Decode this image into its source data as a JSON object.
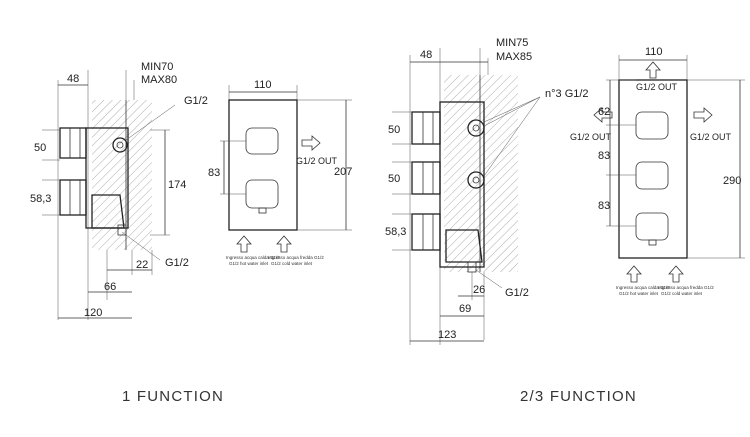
{
  "left": {
    "title": "1 FUNCTION",
    "depth_min": "MIN70",
    "depth_max": "MAX80",
    "dim_48": "48",
    "dim_110": "110",
    "dim_50": "50",
    "dim_58_3": "58,3",
    "dim_83": "83",
    "dim_174": "174",
    "dim_207": "207",
    "dim_22": "22",
    "dim_66": "66",
    "dim_120": "120",
    "g12_top": "G1/2",
    "g12_bottom": "G1/2",
    "out_label": "G1/2 OUT",
    "inlet_hot_1": "Ingresso acqua calda G1/2",
    "inlet_hot_2": "G1/2 hot water inlet",
    "inlet_cold_1": "Ingresso acqua fredda G1/2",
    "inlet_cold_2": "G1/2 cold water inlet"
  },
  "right": {
    "title": "2/3 FUNCTION",
    "depth_min": "MIN75",
    "depth_max": "MAX85",
    "dim_48": "48",
    "dim_110": "110",
    "n3_g12": "n°3 G1/2",
    "dim_50a": "50",
    "dim_50b": "50",
    "dim_58_3": "58,3",
    "dim_62": "62",
    "dim_83a": "83",
    "dim_83b": "83",
    "dim_290": "290",
    "dim_26": "26",
    "dim_69": "69",
    "dim_123": "123",
    "g12_bottom": "G1/2",
    "out_top": "G1/2 OUT",
    "out_left": "G1/2 OUT",
    "out_right": "G1/2 OUT",
    "inlet_hot_1": "Ingresso acqua calda G1/2",
    "inlet_hot_2": "G1/2 hot water inlet",
    "inlet_cold_1": "Ingresso acqua fredda G1/2",
    "inlet_cold_2": "G1/2 cold water inlet"
  }
}
